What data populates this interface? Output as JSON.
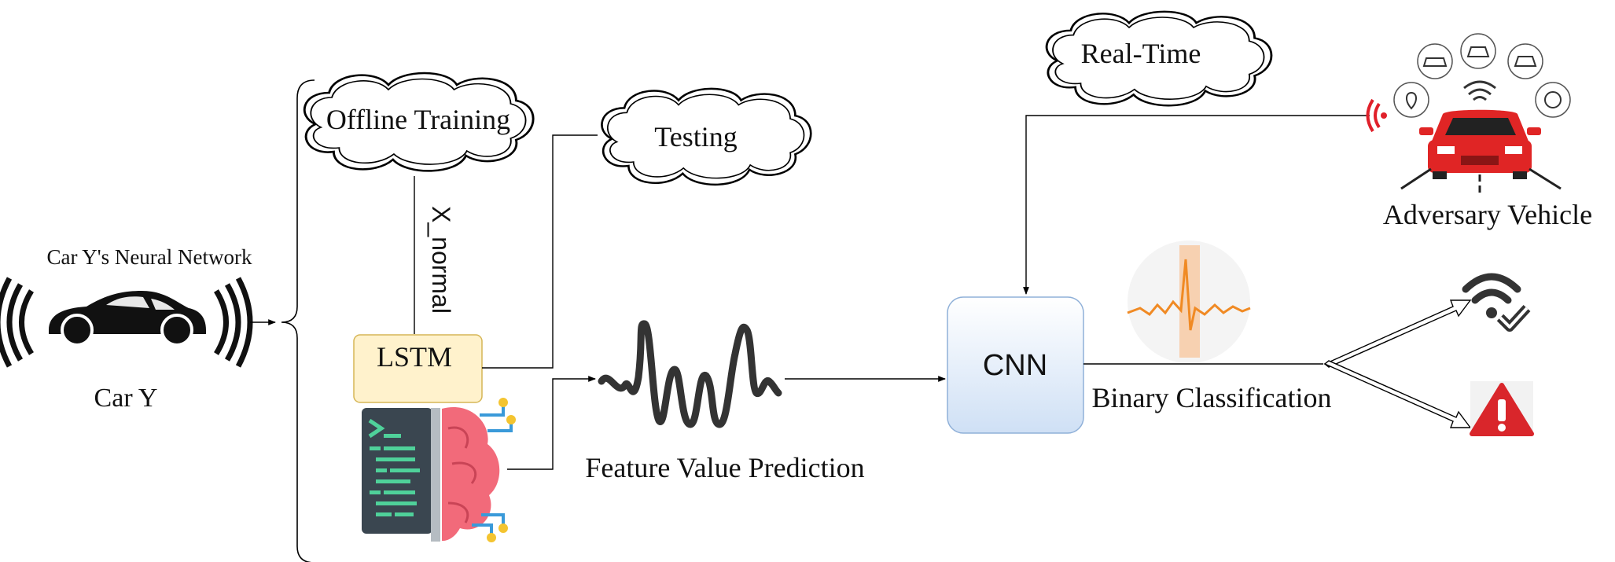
{
  "labels": {
    "car_network": "Car Y's Neural Network",
    "car_name": "Car Y",
    "offline_training": "Offline Training",
    "testing": "Testing",
    "x_normal": "X_normal",
    "lstm": "LSTM",
    "feature_prediction": "Feature Value Prediction",
    "cnn": "CNN",
    "binary_classification": "Binary Classification",
    "real_time": "Real-Time",
    "adversary_vehicle": "Adversary Vehicle"
  },
  "colors": {
    "lstm_fill": "#fff2cc",
    "lstm_stroke": "#d6b656",
    "cnn_fill_top": "#ffffff",
    "cnn_fill_bottom": "#cfe0f5",
    "cnn_stroke": "#8fb0d8",
    "alert_red": "#d9262b",
    "signal_red": "#e0202a",
    "brain_pink": "#f26a7a",
    "code_panel": "#3a4650",
    "code_green": "#4fd19a",
    "ecg_orange": "#f08a24"
  },
  "icons": {
    "car": "sports-car-icon",
    "wifi_ok": "wifi-check-icon",
    "alert": "warning-triangle-icon",
    "adversary": "red-car-icon"
  }
}
